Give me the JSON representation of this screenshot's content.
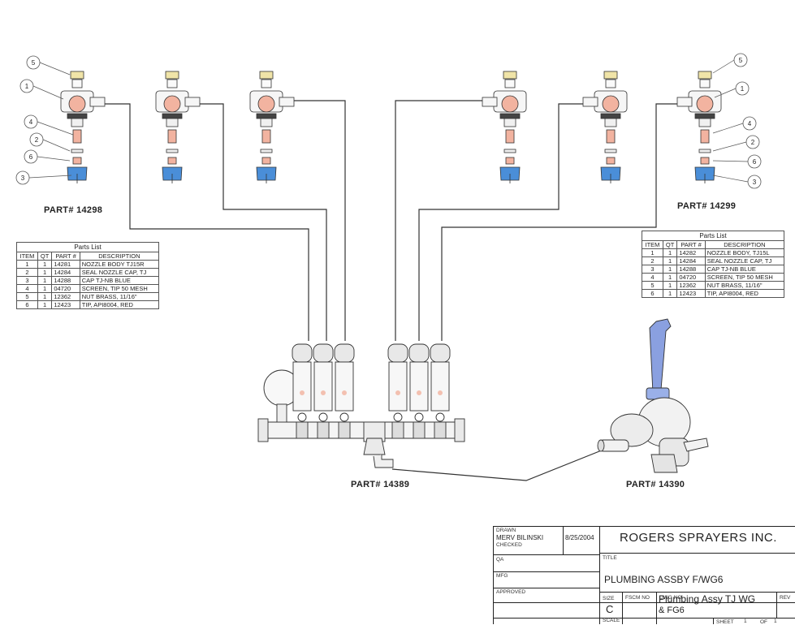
{
  "parts_left": {
    "label": "PART# 14298",
    "callouts": [
      "5",
      "1",
      "4",
      "2",
      "6",
      "3"
    ]
  },
  "parts_right": {
    "label": "PART# 14299",
    "callouts": [
      "5",
      "1",
      "4",
      "2",
      "6",
      "3"
    ]
  },
  "manifold_label": "PART# 14389",
  "valve_label": "PART# 14390",
  "parts_list_left": {
    "caption": "Parts List",
    "headers": [
      "ITEM",
      "QT",
      "PART #",
      "DESCRIPTION"
    ],
    "rows": [
      [
        "1",
        "1",
        "14281",
        "NOZZLE BODY TJ15R"
      ],
      [
        "2",
        "1",
        "14284",
        "SEAL NOZZLE CAP, TJ"
      ],
      [
        "3",
        "1",
        "14288",
        "CAP TJ-NB BLUE"
      ],
      [
        "4",
        "1",
        "04720",
        "SCREEN, TIP 50 MESH"
      ],
      [
        "5",
        "1",
        "12362",
        "NUT BRASS, 11/16\""
      ],
      [
        "6",
        "1",
        "12423",
        "TIP, API8004, RED"
      ]
    ]
  },
  "parts_list_right": {
    "caption": "Parts List",
    "headers": [
      "ITEM",
      "QT",
      "PART #",
      "DESCRIPTION"
    ],
    "rows": [
      [
        "1",
        "1",
        "14282",
        "NOZZLE BODY, TJ15L"
      ],
      [
        "2",
        "1",
        "14284",
        "SEAL NOZZLE CAP, TJ"
      ],
      [
        "3",
        "1",
        "14288",
        "CAP TJ-NB BLUE"
      ],
      [
        "4",
        "1",
        "04720",
        "SCREEN, TIP 50 MESH"
      ],
      [
        "5",
        "1",
        "12362",
        "NUT BRASS, 11/16\""
      ],
      [
        "6",
        "1",
        "12423",
        "TIP, API8004, RED"
      ]
    ]
  },
  "title_block": {
    "drawn_label": "DRAWN",
    "drawn_by": "MERV BILINSKI",
    "drawn_date": "8/25/2004",
    "checked_label": "CHECKED",
    "qa_label": "QA",
    "mfg_label": "MFG",
    "approved_label": "APPROVED",
    "company": "ROGERS SPRAYERS INC.",
    "title_label": "TITLE",
    "title": "PLUMBING ASSBY F/WG6",
    "size_label": "SIZE",
    "size": "C",
    "fscm_label": "FSCM NO",
    "dwg_label": "DWG NO",
    "dwg_line1": "Plumbing Assy TJ WG",
    "dwg_line2": "& FG6",
    "rev_label": "REV",
    "scale_label": "SCALE",
    "sheet_label": "SHEET",
    "sheet": "1",
    "of_label": "OF",
    "of": "1"
  },
  "colors": {
    "nozzle_body": "#f2b3a0",
    "cap_blue": "#4a8ed8",
    "handle_blue": "#8aa0e0",
    "brass": "#f0e4a8",
    "line": "#333333"
  }
}
